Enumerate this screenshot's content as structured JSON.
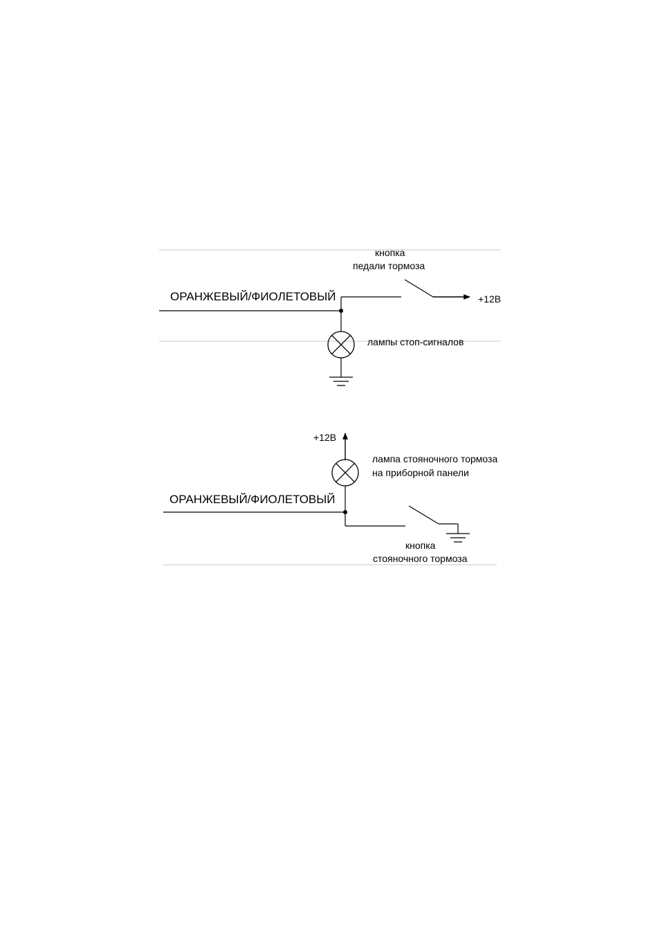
{
  "diagram1": {
    "wire_label": "ОРАНЖЕВЫЙ/ФИОЛЕТОВЫЙ",
    "switch_label_line1": "кнопка",
    "switch_label_line2": "педали тормоза",
    "supply_label": "+12В",
    "lamp_label": "лампы стоп-сигналов"
  },
  "diagram2": {
    "wire_label": "ОРАНЖЕВЫЙ/ФИОЛЕТОВЫЙ",
    "supply_label": "+12В",
    "lamp_label_line1": "лампа стояночного тормоза",
    "lamp_label_line2": "на приборной панели",
    "switch_label_line1": "кнопка",
    "switch_label_line2": "стояночного тормоза"
  }
}
